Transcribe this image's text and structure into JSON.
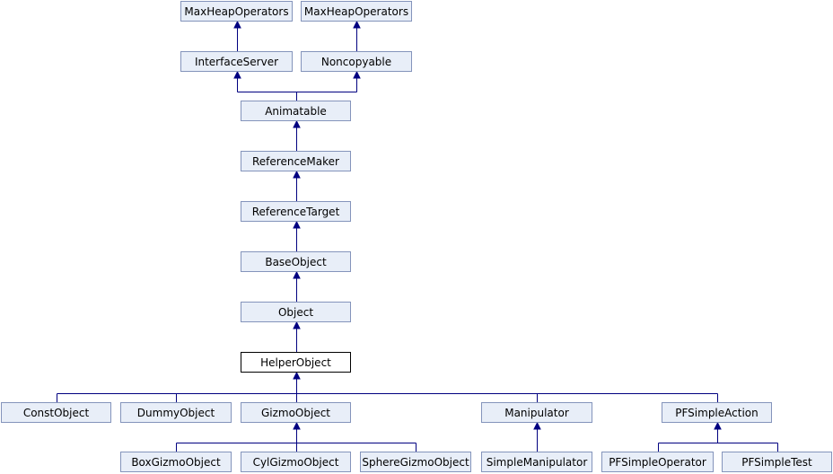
{
  "diagram": {
    "nodes": {
      "maxheap_a": "MaxHeapOperators",
      "maxheap_b": "MaxHeapOperators",
      "interface_server": "InterfaceServer",
      "noncopyable": "Noncopyable",
      "animatable": "Animatable",
      "reference_maker": "ReferenceMaker",
      "reference_target": "ReferenceTarget",
      "base_object": "BaseObject",
      "object": "Object",
      "helper_object": "HelperObject",
      "const_object": "ConstObject",
      "dummy_object": "DummyObject",
      "gizmo_object": "GizmoObject",
      "manipulator": "Manipulator",
      "pf_simple_action": "PFSimpleAction",
      "box_gizmo_object": "BoxGizmoObject",
      "cyl_gizmo_object": "CylGizmoObject",
      "sphere_gizmo_object": "SphereGizmoObject",
      "simple_manipulator": "SimpleManipulator",
      "pf_simple_operator": "PFSimpleOperator",
      "pf_simple_test": "PFSimpleTest"
    },
    "current_node": "helper_object",
    "inheritance": [
      [
        "interface_server",
        "maxheap_a"
      ],
      [
        "noncopyable",
        "maxheap_b"
      ],
      [
        "animatable",
        "interface_server"
      ],
      [
        "animatable",
        "noncopyable"
      ],
      [
        "reference_maker",
        "animatable"
      ],
      [
        "reference_target",
        "reference_maker"
      ],
      [
        "base_object",
        "reference_target"
      ],
      [
        "object",
        "base_object"
      ],
      [
        "helper_object",
        "object"
      ],
      [
        "const_object",
        "helper_object"
      ],
      [
        "dummy_object",
        "helper_object"
      ],
      [
        "gizmo_object",
        "helper_object"
      ],
      [
        "manipulator",
        "helper_object"
      ],
      [
        "pf_simple_action",
        "helper_object"
      ],
      [
        "box_gizmo_object",
        "gizmo_object"
      ],
      [
        "cyl_gizmo_object",
        "gizmo_object"
      ],
      [
        "sphere_gizmo_object",
        "gizmo_object"
      ],
      [
        "simple_manipulator",
        "manipulator"
      ],
      [
        "pf_simple_operator",
        "pf_simple_action"
      ],
      [
        "pf_simple_test",
        "pf_simple_action"
      ]
    ],
    "colors": {
      "node_fill": "#e8eef8",
      "node_border": "#8494bb",
      "current_fill": "#ffffff",
      "current_border": "#000000",
      "edge": "#000080"
    }
  }
}
